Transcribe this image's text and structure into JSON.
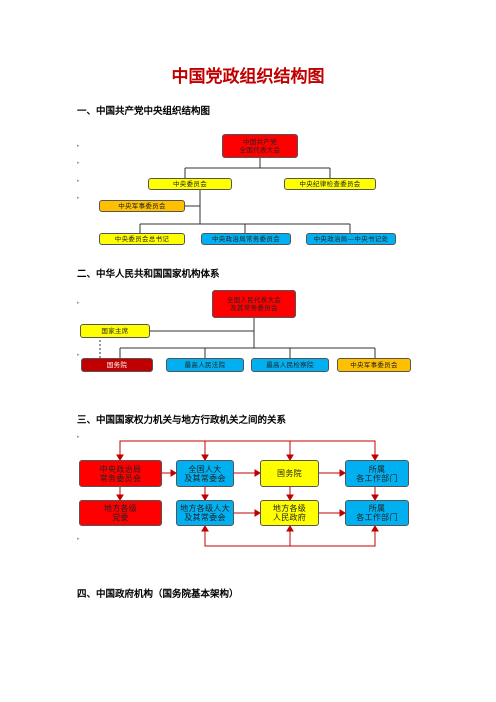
{
  "doc": {
    "title": "中国党政组织结构图",
    "sections": [
      "一、中国共产党中央组织结构图",
      "二、中华人民共和国国家机构体系",
      "三、中国国家权力机关与地方行政机关之间的关系",
      "四、中国政府机构（国务院基本架构）"
    ]
  },
  "chart1": {
    "congress": "中国共产党\n全国代表大会",
    "central_committee": "中央委员会",
    "discipline": "中央纪律检查委员会",
    "military": "中央军事委员会",
    "general_secretary": "中央委员会总书记",
    "standing": "中央政治局常务委员会",
    "politburo": "中央政治局—中央书记处"
  },
  "chart2": {
    "npc": "全国人民代表大会\n及其常务委员会",
    "president": "国家主席",
    "state_council": "国务院",
    "court": "最高人民法院",
    "procuratorate": "最高人民检察院",
    "cmc": "中央军事委员会"
  },
  "chart3": {
    "top": [
      "中央政治局\n常务委员会",
      "全国人大\n及其常委会",
      "国务院",
      "所属\n各工作部门"
    ],
    "bottom": [
      "地方各级\n党委",
      "地方各级人大\n及其常委会",
      "地方各级\n人民政府",
      "所属\n各工作部门"
    ]
  }
}
